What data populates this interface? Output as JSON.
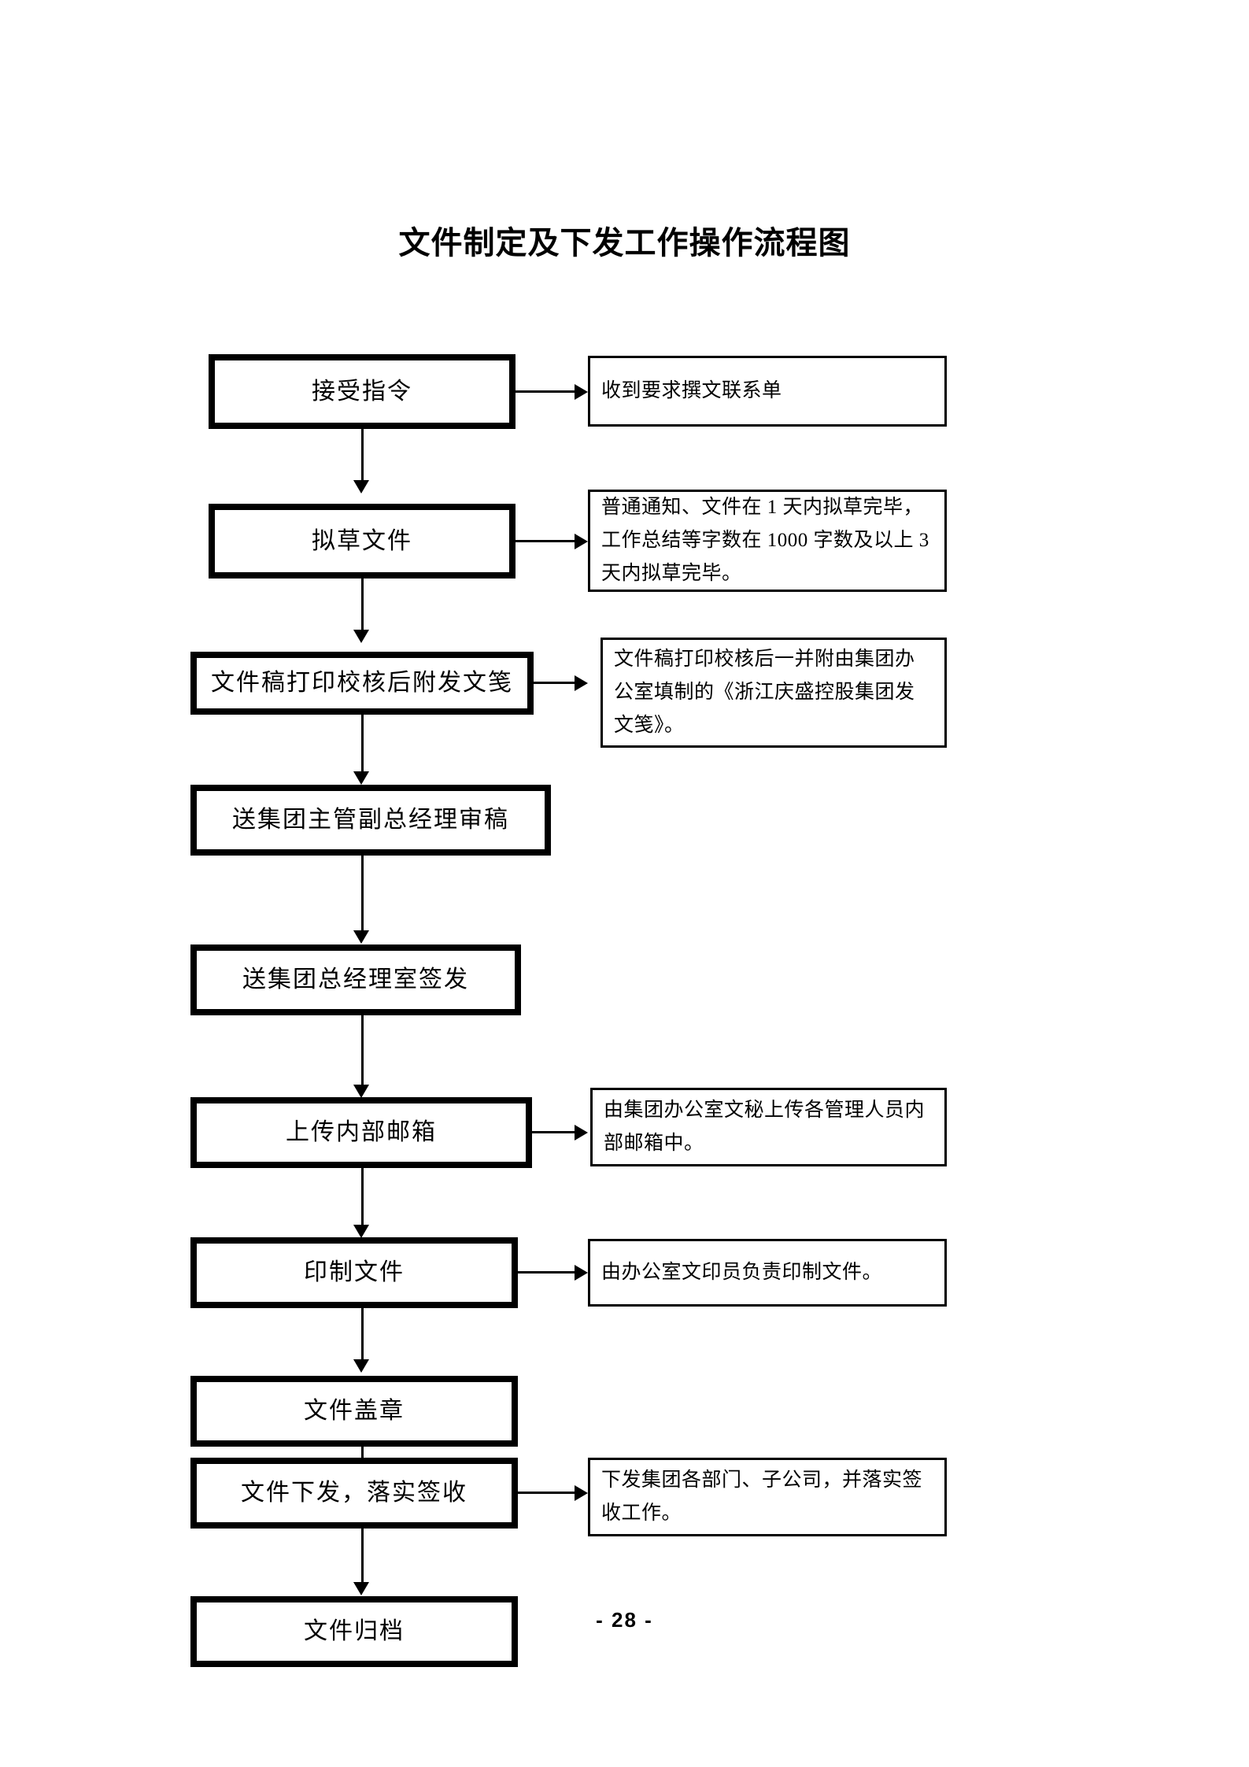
{
  "document": {
    "title": "文件制定及下发工作操作流程图",
    "page_number": "- 28 -"
  },
  "flow": {
    "steps": [
      {
        "id": "step-1",
        "label": "接受指令",
        "note": "收到要求撰文联系单"
      },
      {
        "id": "step-2",
        "label": "拟草文件",
        "note": "普通通知、文件在 1 天内拟草完毕，工作总结等字数在 1000 字数及以上 3 天内拟草完毕。"
      },
      {
        "id": "step-3",
        "label": "文件稿打印校核后附发文笺",
        "note": "文件稿打印校核后一并附由集团办公室填制的《浙江庆盛控股集团发文笺》。"
      },
      {
        "id": "step-4",
        "label": "送集团主管副总经理审稿",
        "note": null
      },
      {
        "id": "step-5",
        "label": "送集团总经理室签发",
        "note": null
      },
      {
        "id": "step-6",
        "label": "上传内部邮箱",
        "note": "由集团办公室文秘上传各管理人员内部邮箱中。"
      },
      {
        "id": "step-7",
        "label": "印制文件",
        "note": "由办公室文印员负责印制文件。"
      },
      {
        "id": "step-8",
        "label": "文件盖章",
        "note": null
      },
      {
        "id": "step-9",
        "label": "文件下发，落实签收",
        "note": "下发集团各部门、子公司，并落实签收工作。"
      },
      {
        "id": "step-10",
        "label": "文件归档",
        "note": null
      }
    ]
  },
  "style": {
    "line_color": "#000000",
    "box_fill": "#ffffff",
    "page_background": "#ffffff"
  }
}
